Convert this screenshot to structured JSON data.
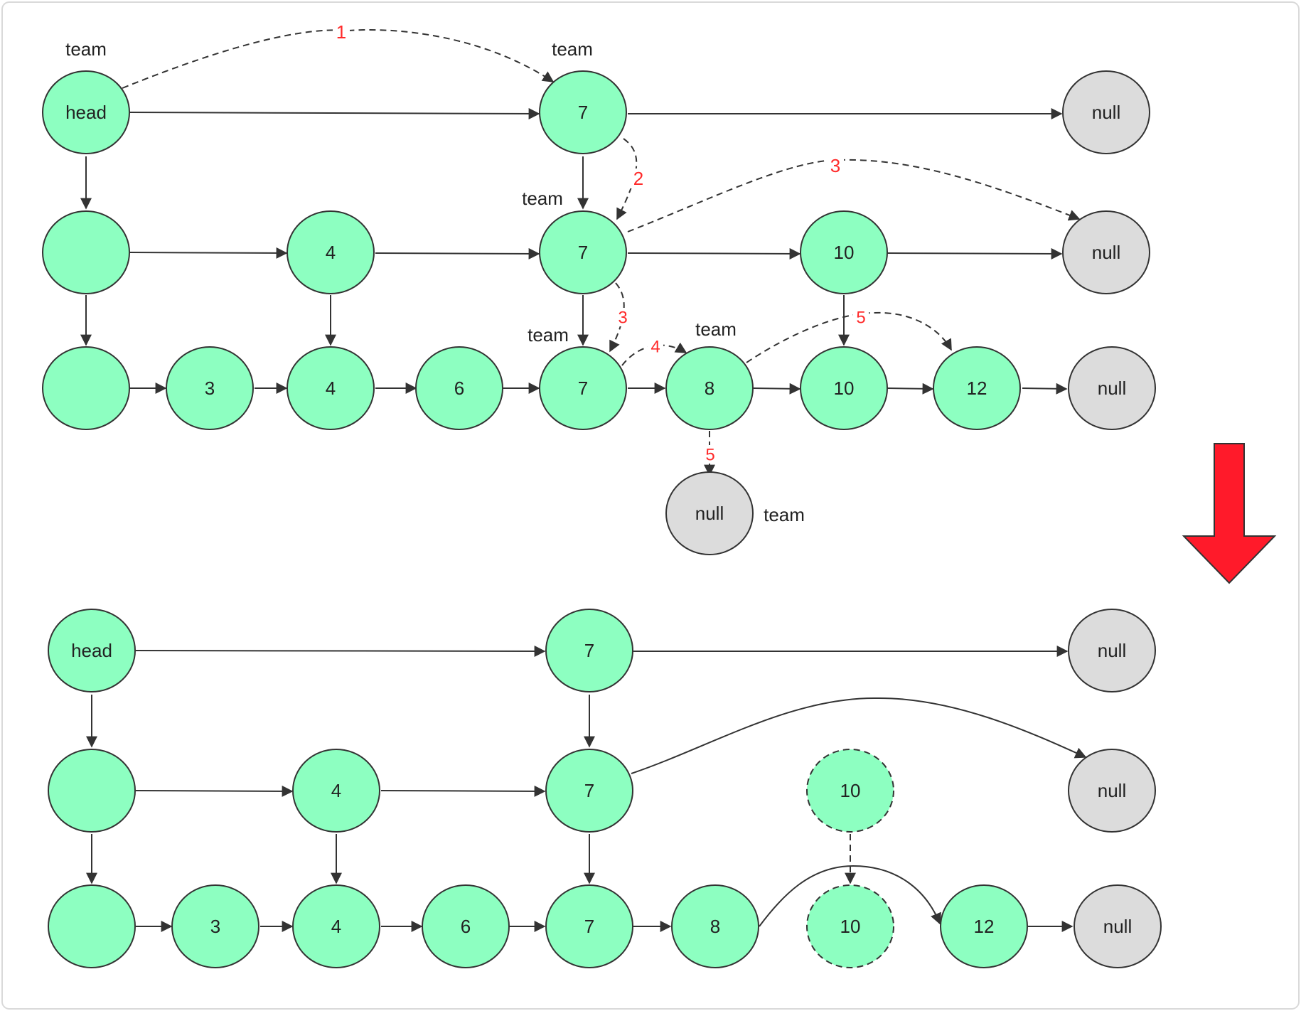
{
  "colors": {
    "node_fill": "#8dffc1",
    "null_fill": "#dcdcdc",
    "stroke": "#333333",
    "step_label": "#ff2a2a",
    "big_arrow": "#ff1a2a"
  },
  "labels": {
    "team": "team",
    "head": "head",
    "null": "null"
  },
  "before": {
    "level1": [
      "head",
      "7",
      "null"
    ],
    "level2": [
      "",
      "4",
      "7",
      "10",
      "null"
    ],
    "level3": [
      "",
      "3",
      "4",
      "6",
      "7",
      "8",
      "10",
      "12",
      "null"
    ],
    "level3_extra_null": "null",
    "steps": [
      "1",
      "2",
      "3",
      "3",
      "4",
      "5",
      "5"
    ]
  },
  "after": {
    "level1": [
      "head",
      "7",
      "null"
    ],
    "level2": [
      "",
      "4",
      "7",
      "10",
      "null"
    ],
    "level3": [
      "",
      "3",
      "4",
      "6",
      "7",
      "8",
      "10",
      "12",
      "null"
    ],
    "removed_value": "10"
  },
  "transition_arrow_icon": "down-arrow-icon"
}
